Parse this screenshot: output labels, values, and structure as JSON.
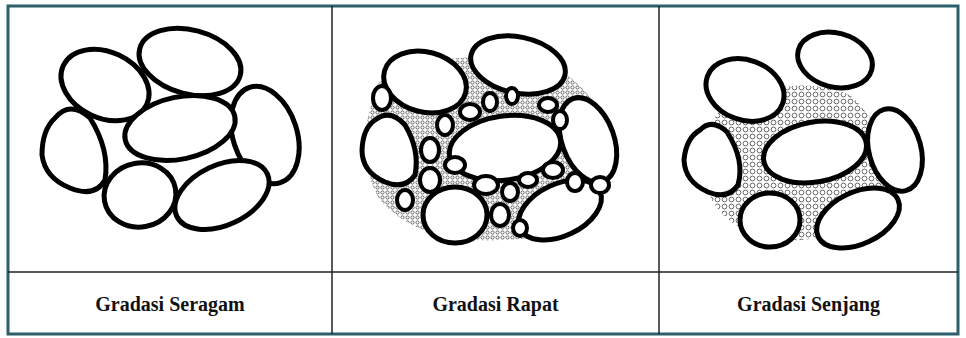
{
  "diagram": {
    "labels": [
      "Gradasi Seragam",
      "Gradasi Rapat",
      "Gradasi Senjang"
    ]
  }
}
